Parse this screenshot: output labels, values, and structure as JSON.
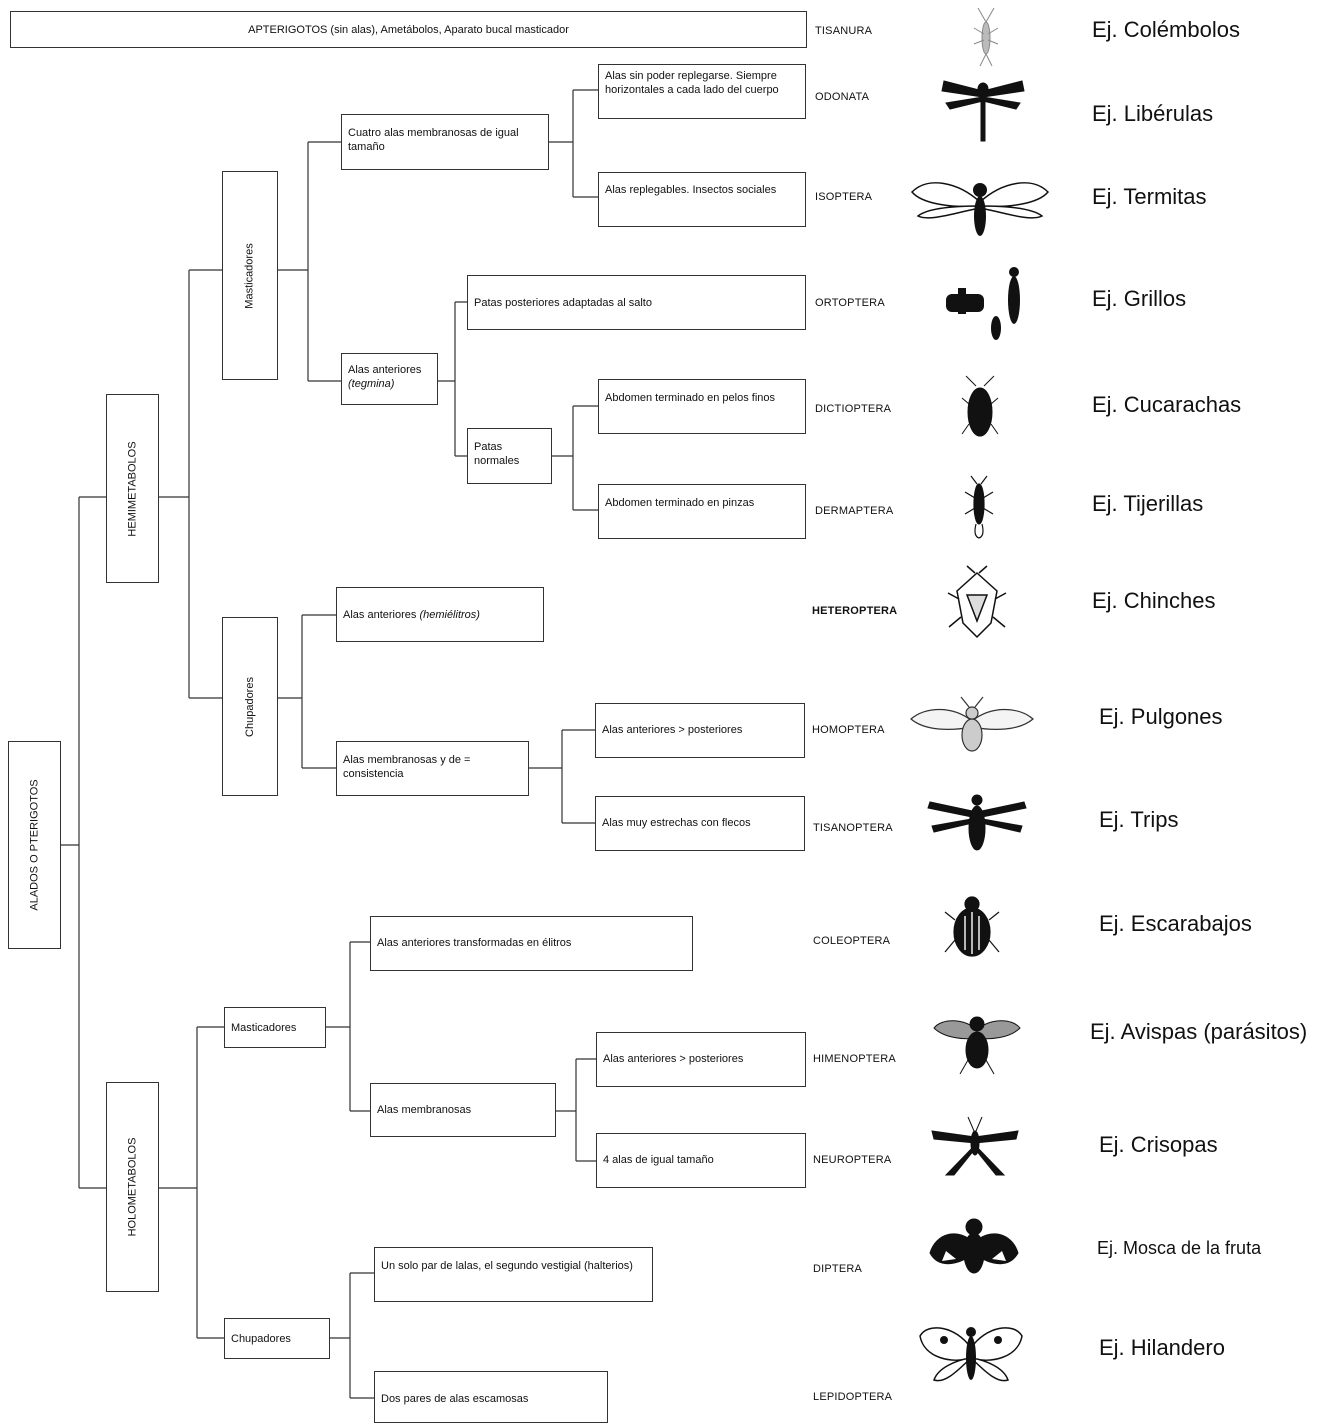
{
  "apterygota": {
    "label": "APTERIGOTOS (sin alas), Ametábolos, Aparato bucal masticador"
  },
  "pterygota": {
    "label": "ALADOS O PTERIGOTOS"
  },
  "hemi": {
    "label": "HEMIMETABOLOS",
    "mast": "Masticadores",
    "chup": "Chupadores",
    "cuatro_alas": "Cuatro alas membranosas de igual tamaño",
    "odonata_desc": "Alas sin poder replegarse. Siempre horizontales a cada lado del cuerpo",
    "isoptera_desc": "Alas replegables. Insectos sociales",
    "alas_anteriores_pre": "Alas anteriores",
    "alas_anteriores_it": "(tegmina)",
    "ortoptera_desc": "Patas posteriores adaptadas al salto",
    "patas_normales": "Patas normales",
    "dictioptera_desc": "Abdomen terminado en pelos finos",
    "dermaptera_desc": "Abdomen terminado en pinzas",
    "hemielitros_pre": "Alas anteriores",
    "hemielitros_it": "(hemiélitros)",
    "alas_memb_cons": "Alas membranosas y de = consistencia",
    "homoptera_desc": "Alas anteriores > posteriores",
    "tisanoptera_desc": "Alas muy estrechas con flecos"
  },
  "holo": {
    "label": "HOLOMETABOLOS",
    "mast": "Masticadores",
    "chup": "Chupadores",
    "elitros": "Alas anteriores transformadas en élitros",
    "alas_memb": "Alas membranosas",
    "himenoptera_desc": "Alas anteriores > posteriores",
    "neuroptera_desc": "4 alas de igual tamaño",
    "diptera_desc": "Un solo par de lalas, el segundo vestigial (halterios)",
    "lepidoptera_desc": "Dos pares de alas escamosas"
  },
  "orders": [
    {
      "name": "TISANURA",
      "example": "Ej. Colémbolos"
    },
    {
      "name": "ODONATA",
      "example": "Ej. Libérulas"
    },
    {
      "name": "ISOPTERA",
      "example": "Ej. Termitas"
    },
    {
      "name": "ORTOPTERA",
      "example": "Ej. Grillos"
    },
    {
      "name": "DICTIOPTERA",
      "example": "Ej. Cucarachas"
    },
    {
      "name": "DERMAPTERA",
      "example": "Ej. Tijerillas"
    },
    {
      "name": "HETEROPTERA",
      "example": "Ej. Chinches"
    },
    {
      "name": "HOMOPTERA",
      "example": "Ej. Pulgones"
    },
    {
      "name": "TISANOPTERA",
      "example": "Ej. Trips"
    },
    {
      "name": "COLEOPTERA",
      "example": "Ej. Escarabajos"
    },
    {
      "name": "HIMENOPTERA",
      "example": "Ej. Avispas (parásitos)"
    },
    {
      "name": "NEUROPTERA",
      "example": "Ej. Crisopas"
    },
    {
      "name": "DIPTERA",
      "example": "Ej. Mosca de la fruta"
    },
    {
      "name": "LEPIDOPTERA",
      "example": "Ej. Hilandero"
    }
  ]
}
